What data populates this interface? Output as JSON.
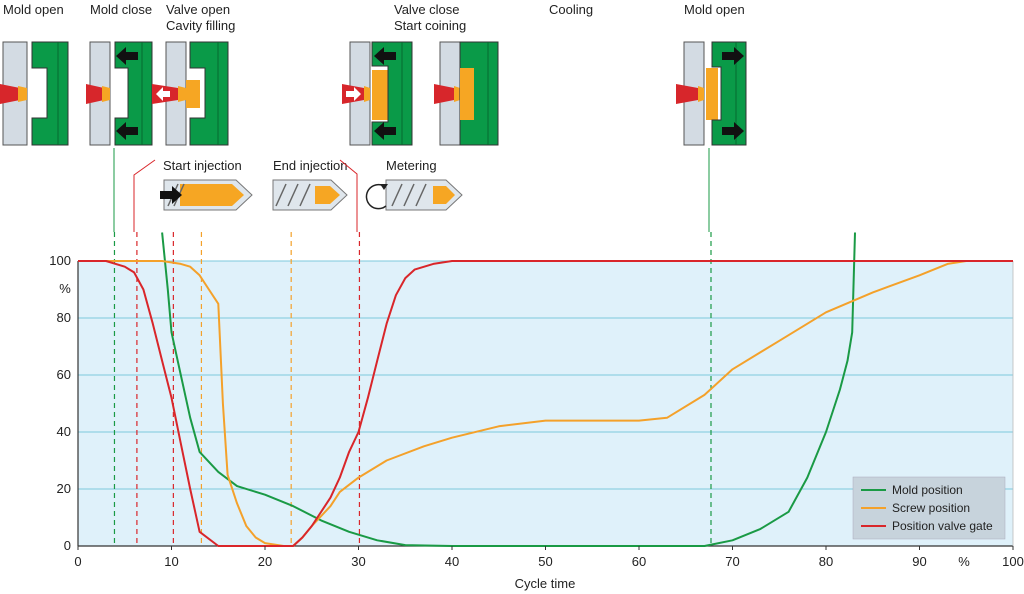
{
  "phase_labels": {
    "mold_open_1": "Mold open",
    "mold_close": "Mold close",
    "valve_open_1": "Valve open",
    "valve_open_2": "Cavity filling",
    "valve_close_1": "Valve close",
    "valve_close_2": "Start coining",
    "cooling": "Cooling",
    "mold_open_2": "Mold open"
  },
  "screw_labels": {
    "start_injection": "Start injection",
    "end_injection": "End injection",
    "metering": "Metering"
  },
  "colors": {
    "mold_green": "#0a9a48",
    "plate_grey": "#d3dbe3",
    "melt_orange": "#f6a623",
    "nozzle_red": "#d7262b",
    "plot_bg": "#dff1fa",
    "grid": "#7ec9dc",
    "mold_line": "#1a9a45",
    "screw_line": "#f4a12a",
    "valve_line": "#d9262a"
  },
  "icons": [
    "mold-open-icon",
    "mold-close-icon",
    "valve-open-icon",
    "valve-close-icon",
    "mold-cooling-icon",
    "mold-open-final-icon",
    "screw-injection-icon",
    "screw-end-icon",
    "screw-metering-icon",
    "arrow-right-icon",
    "arrow-left-icon",
    "rotation-arrow-icon"
  ],
  "chart_data": {
    "type": "line",
    "xlabel": "Cycle time",
    "x_unit": "%",
    "y_unit": "%",
    "xlim": [
      0,
      100
    ],
    "ylim": [
      0,
      100
    ],
    "xticks": [
      0,
      10,
      20,
      30,
      40,
      50,
      60,
      70,
      80,
      90,
      100
    ],
    "yticks": [
      0,
      20,
      40,
      60,
      80,
      100
    ],
    "grid": true,
    "legend_position": "bottom-right",
    "series": [
      {
        "name": "Mold position",
        "color": "#1a9a45",
        "points": [
          [
            9,
            110
          ],
          [
            9.6,
            90
          ],
          [
            10,
            75
          ],
          [
            11,
            60
          ],
          [
            12,
            45
          ],
          [
            13,
            33
          ],
          [
            15,
            26
          ],
          [
            17,
            21
          ],
          [
            20,
            18
          ],
          [
            23,
            14
          ],
          [
            26,
            9
          ],
          [
            29,
            5
          ],
          [
            32,
            2
          ],
          [
            35,
            0.3
          ],
          [
            40,
            0
          ],
          [
            50,
            0
          ],
          [
            60,
            0
          ],
          [
            67,
            0
          ],
          [
            70,
            2
          ],
          [
            73,
            6
          ],
          [
            76,
            12
          ],
          [
            78,
            24
          ],
          [
            80,
            40
          ],
          [
            81.5,
            55
          ],
          [
            82.3,
            65
          ],
          [
            82.8,
            75
          ],
          [
            83.1,
            110
          ]
        ]
      },
      {
        "name": "Screw position",
        "color": "#f4a12a",
        "points": [
          [
            0,
            100
          ],
          [
            9,
            100
          ],
          [
            11,
            99
          ],
          [
            12,
            98
          ],
          [
            13,
            95
          ],
          [
            14,
            90
          ],
          [
            15,
            85
          ],
          [
            15.5,
            50
          ],
          [
            16,
            25
          ],
          [
            17,
            15
          ],
          [
            18,
            7
          ],
          [
            19,
            3
          ],
          [
            20,
            1
          ],
          [
            22,
            0
          ],
          [
            23,
            0
          ],
          [
            24,
            3
          ],
          [
            25,
            7
          ],
          [
            27,
            14
          ],
          [
            28,
            19
          ],
          [
            30,
            24
          ],
          [
            33,
            30
          ],
          [
            37,
            35
          ],
          [
            40,
            38
          ],
          [
            45,
            42
          ],
          [
            50,
            44
          ],
          [
            55,
            44
          ],
          [
            60,
            44
          ],
          [
            63,
            45
          ],
          [
            67,
            53
          ],
          [
            70,
            62
          ],
          [
            75,
            72
          ],
          [
            80,
            82
          ],
          [
            85,
            89
          ],
          [
            90,
            95
          ],
          [
            93,
            99
          ],
          [
            95,
            100
          ],
          [
            100,
            100
          ]
        ]
      },
      {
        "name": "Position valve gate",
        "color": "#d9262a",
        "points": [
          [
            0,
            100
          ],
          [
            3,
            100
          ],
          [
            5,
            98
          ],
          [
            6,
            96
          ],
          [
            7,
            90
          ],
          [
            8,
            78
          ],
          [
            9,
            65
          ],
          [
            10,
            52
          ],
          [
            11,
            36
          ],
          [
            12,
            20
          ],
          [
            13,
            5
          ],
          [
            15,
            0
          ],
          [
            22,
            0
          ],
          [
            23,
            0
          ],
          [
            24,
            3
          ],
          [
            25,
            7
          ],
          [
            27,
            17
          ],
          [
            28,
            24
          ],
          [
            29,
            33
          ],
          [
            30,
            40
          ],
          [
            31,
            52
          ],
          [
            32,
            65
          ],
          [
            33,
            78
          ],
          [
            34,
            88
          ],
          [
            35,
            94
          ],
          [
            36,
            97
          ],
          [
            38,
            99
          ],
          [
            40,
            100
          ],
          [
            100,
            100
          ]
        ]
      }
    ],
    "event_lines": [
      {
        "x": 3.9,
        "color": "#1a9a45"
      },
      {
        "x": 6.3,
        "color": "#d9262a"
      },
      {
        "x": 10.2,
        "color": "#d9262a"
      },
      {
        "x": 13.2,
        "color": "#f4a12a"
      },
      {
        "x": 22.8,
        "color": "#f4a12a"
      },
      {
        "x": 30.1,
        "color": "#d9262a"
      },
      {
        "x": 67.7,
        "color": "#1a9a45"
      }
    ]
  }
}
